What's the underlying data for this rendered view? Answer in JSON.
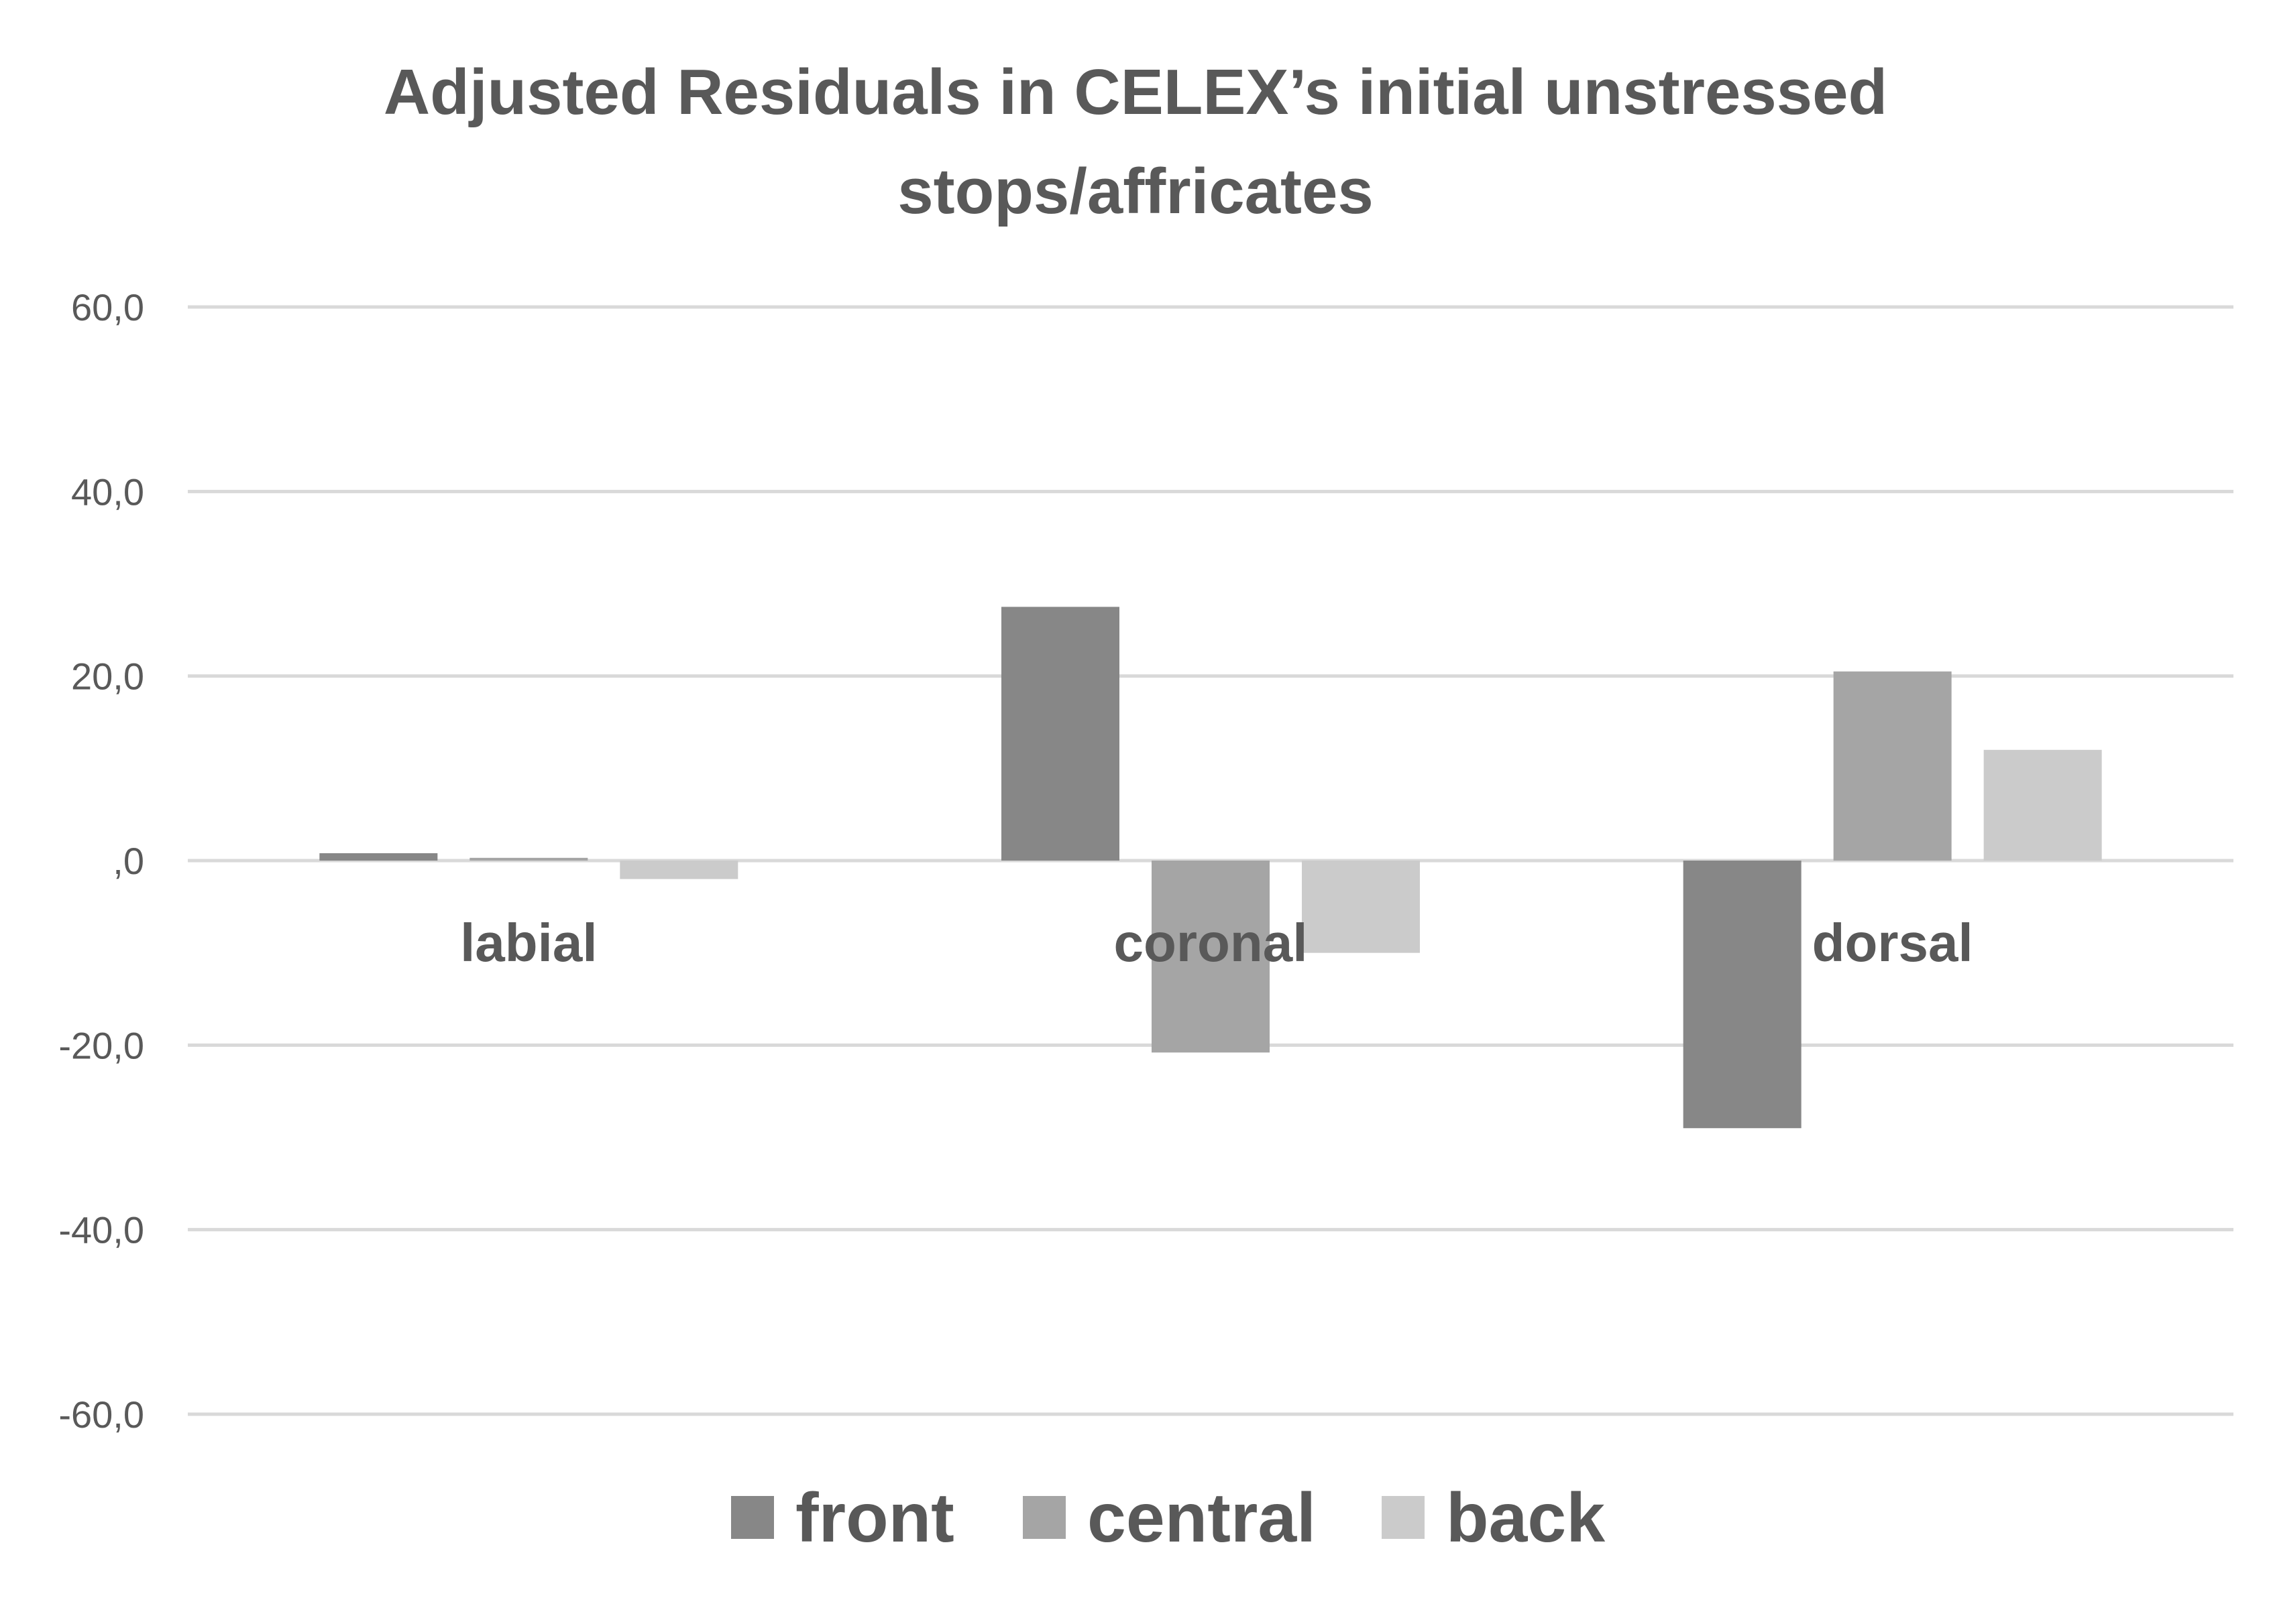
{
  "chart_data": {
    "type": "bar",
    "title": "Adjusted Residuals in CELEX’s initial unstressed stops/affricates",
    "title_lines": [
      "Adjusted Residuals in CELEX’s initial unstressed",
      "stops/affricates"
    ],
    "categories": [
      "labial",
      "coronal",
      "dorsal"
    ],
    "series": [
      {
        "name": "front",
        "color": "#878787",
        "values": [
          0.8,
          27.5,
          -29.0
        ]
      },
      {
        "name": "central",
        "color": "#a5a5a5",
        "values": [
          0.3,
          -20.8,
          20.5
        ]
      },
      {
        "name": "back",
        "color": "#cbcbcb",
        "values": [
          -2.0,
          -10.0,
          12.0
        ]
      }
    ],
    "ylim": [
      -60,
      60
    ],
    "yticks": [
      60,
      40,
      20,
      0,
      -20,
      -40,
      -60
    ],
    "ytick_labels": [
      "60,0",
      "40,0",
      "20,0",
      ",0",
      "-20,0",
      "-40,0",
      "-60,0"
    ],
    "xlabel": "",
    "ylabel": "",
    "grid": true,
    "gridline_color": "#d9d9d9",
    "legend_position": "bottom"
  }
}
